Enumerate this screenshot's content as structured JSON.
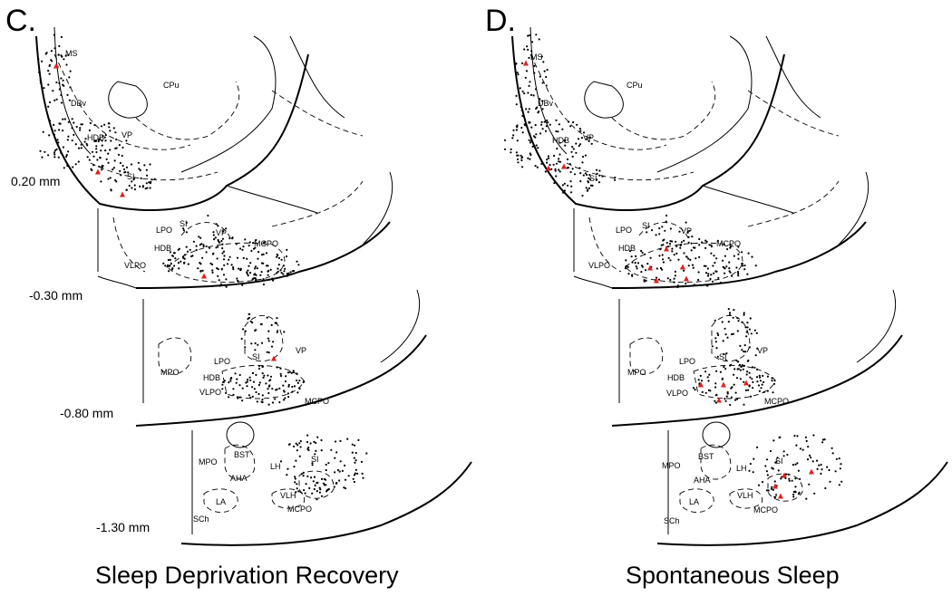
{
  "panels": [
    {
      "id": "C",
      "letter": "C.",
      "caption": "Sleep Deprivation Recovery",
      "levels": [
        "0.20 mm",
        "-0.30 mm",
        "-0.80 mm",
        "-1.30 mm"
      ],
      "sections": [
        {
          "labels": [
            "MS",
            "DBv",
            "HDB",
            "VP",
            "SI",
            "CPu"
          ]
        },
        {
          "labels": [
            "LPO",
            "SI",
            "VP",
            "HDB",
            "MCPO",
            "VLPO"
          ]
        },
        {
          "labels": [
            "LPO",
            "SI",
            "VP",
            "MPO",
            "HDB",
            "VLPO",
            "MCPO"
          ]
        },
        {
          "labels": [
            "MPO",
            "BST",
            "AHA",
            "LH",
            "SI",
            "LA",
            "VLH",
            "SCh",
            "MCPO"
          ]
        }
      ]
    },
    {
      "id": "D",
      "letter": "D.",
      "caption": "Spontaneous Sleep",
      "levels": [],
      "sections": [
        {
          "labels": [
            "MS",
            "DBv",
            "HDB",
            "VP",
            "SI",
            "CPu"
          ]
        },
        {
          "labels": [
            "LPO",
            "SI",
            "VP",
            "HDB",
            "MCPO",
            "VLPO"
          ]
        },
        {
          "labels": [
            "LPO",
            "SI",
            "VP",
            "MPO",
            "HDB",
            "VLPO",
            "MCPO"
          ]
        },
        {
          "labels": [
            "MPO",
            "BST",
            "AHA",
            "LH",
            "SI",
            "LA",
            "VLH",
            "SCh",
            "MCPO"
          ]
        }
      ]
    }
  ],
  "legend_colors": {
    "cell_dot": "#000000",
    "double_labeled_marker": "#e02020"
  }
}
